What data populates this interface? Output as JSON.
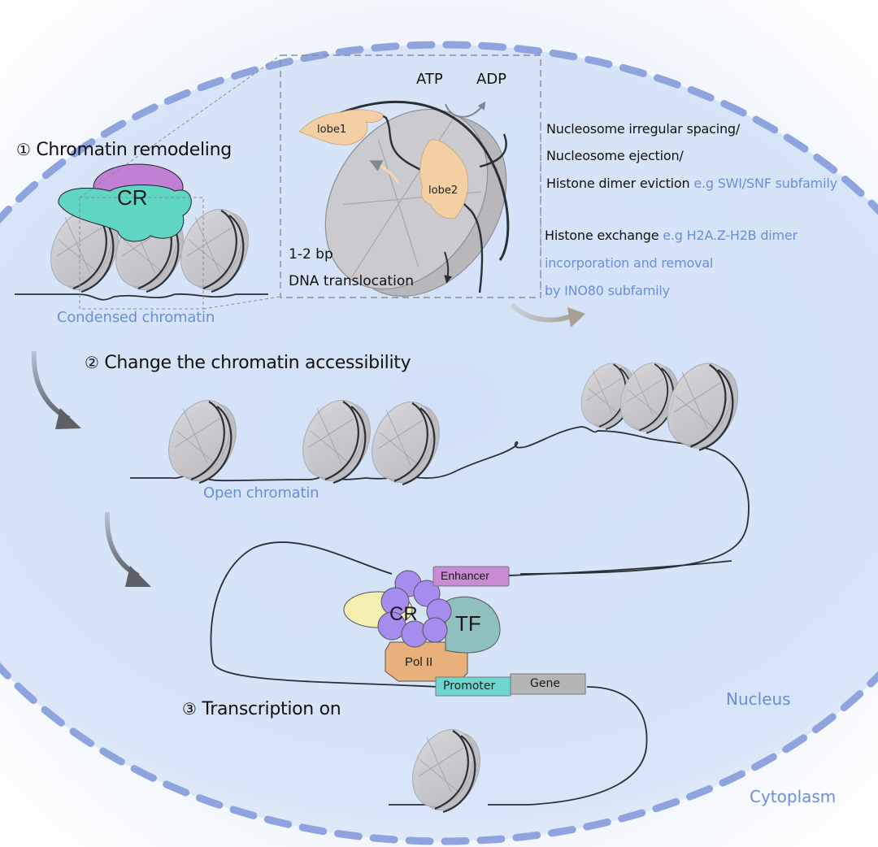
{
  "figure": {
    "regions": {
      "nucleus": "Nucleus",
      "cytoplasm": "Cytoplasm"
    },
    "steps": [
      {
        "number": "①",
        "title": "Chromatin remodeling"
      },
      {
        "number": "②",
        "title": "Change the chromatin accessibility"
      },
      {
        "number": "③",
        "title": "Transcription on"
      }
    ],
    "step1": {
      "complex_label": "CR",
      "caption": "Condensed chromatin",
      "inset": {
        "atp": "ATP",
        "adp": "ADP",
        "lobe1": "lobe1",
        "lobe2": "lobe2",
        "step_size": "1-2 bp",
        "translocation": "DNA translocation"
      },
      "outcomes": [
        {
          "text": "Nucleosome irregular spacing/",
          "example": ""
        },
        {
          "text": "Nucleosome ejection/",
          "example": ""
        },
        {
          "text": "Histone dimer eviction",
          "example": "e.g SWI/SNF subfamily"
        },
        {
          "text": "Histone exchange",
          "example": "e.g H2A.Z-H2B dimer"
        },
        {
          "text": "",
          "example": "incorporation and removal"
        },
        {
          "text": "",
          "example": "by INO80 subfamily"
        }
      ]
    },
    "step2": {
      "caption": "Open chromatin"
    },
    "step3": {
      "cr_label": "CR",
      "tf_label": "TF",
      "pol_label": "Pol II",
      "enhancer_label": "Enhancer",
      "promoter_label": "Promoter",
      "gene_label": "Gene"
    },
    "colors": {
      "nucleus_fill": "#d6e3f8",
      "membrane": "#8fa4df",
      "dna": "#2b2f36",
      "nucleosome": "#c9c9cc",
      "cr_purple": "#c27fd6",
      "cr_teal": "#5fd6c4",
      "cr_violet": "#a78cf0",
      "tf_teal": "#8fbfbe",
      "pol_orange": "#e8b07a",
      "enhancer": "#c98bd4",
      "promoter": "#6fd6cf",
      "gene": "#b5b5b5",
      "yellow_subunit": "#f6f0b0",
      "hand": "#f3cfa3",
      "label_blue": "#6b8fd6"
    }
  }
}
